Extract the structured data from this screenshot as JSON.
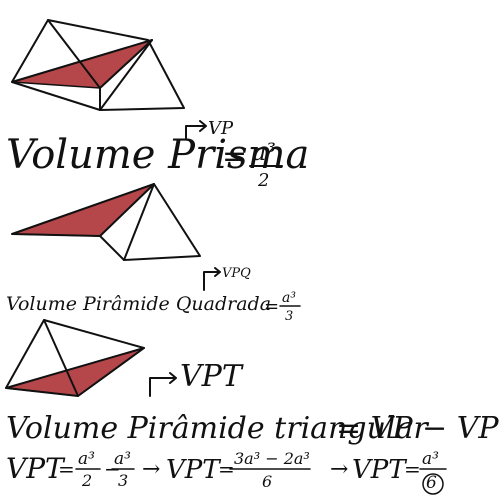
{
  "colors": {
    "ink": "#111111",
    "shade": "#b5474b",
    "background": "#ffffff"
  },
  "prism": {
    "label": "Volume Prisma",
    "tag": "VP",
    "equals": "=",
    "numerator": "a³",
    "denominator": "2"
  },
  "square_pyramid": {
    "label": "Volume Pirâmide Quadrada",
    "tag": "VPQ",
    "equals": "=",
    "numerator": "a³",
    "denominator": "3"
  },
  "triangular_pyramid": {
    "label": "Volume Pirâmide triangular",
    "tag": "VPT",
    "equation": "= VP − VPQ"
  },
  "final": {
    "lhs": "VPT",
    "eq": "=",
    "t1_num": "a³",
    "t1_den": "2",
    "minus": "−",
    "t2_num": "a³",
    "t2_den": "3",
    "arrow1": "→",
    "lhs2": "VPT",
    "eq2": "=",
    "t3_num": "3a³ − 2a³",
    "t3_den": "6",
    "arrow2": "→",
    "lhs3": "VPT",
    "eq3": "=",
    "t4_num": "a³",
    "t4_den": "6"
  }
}
